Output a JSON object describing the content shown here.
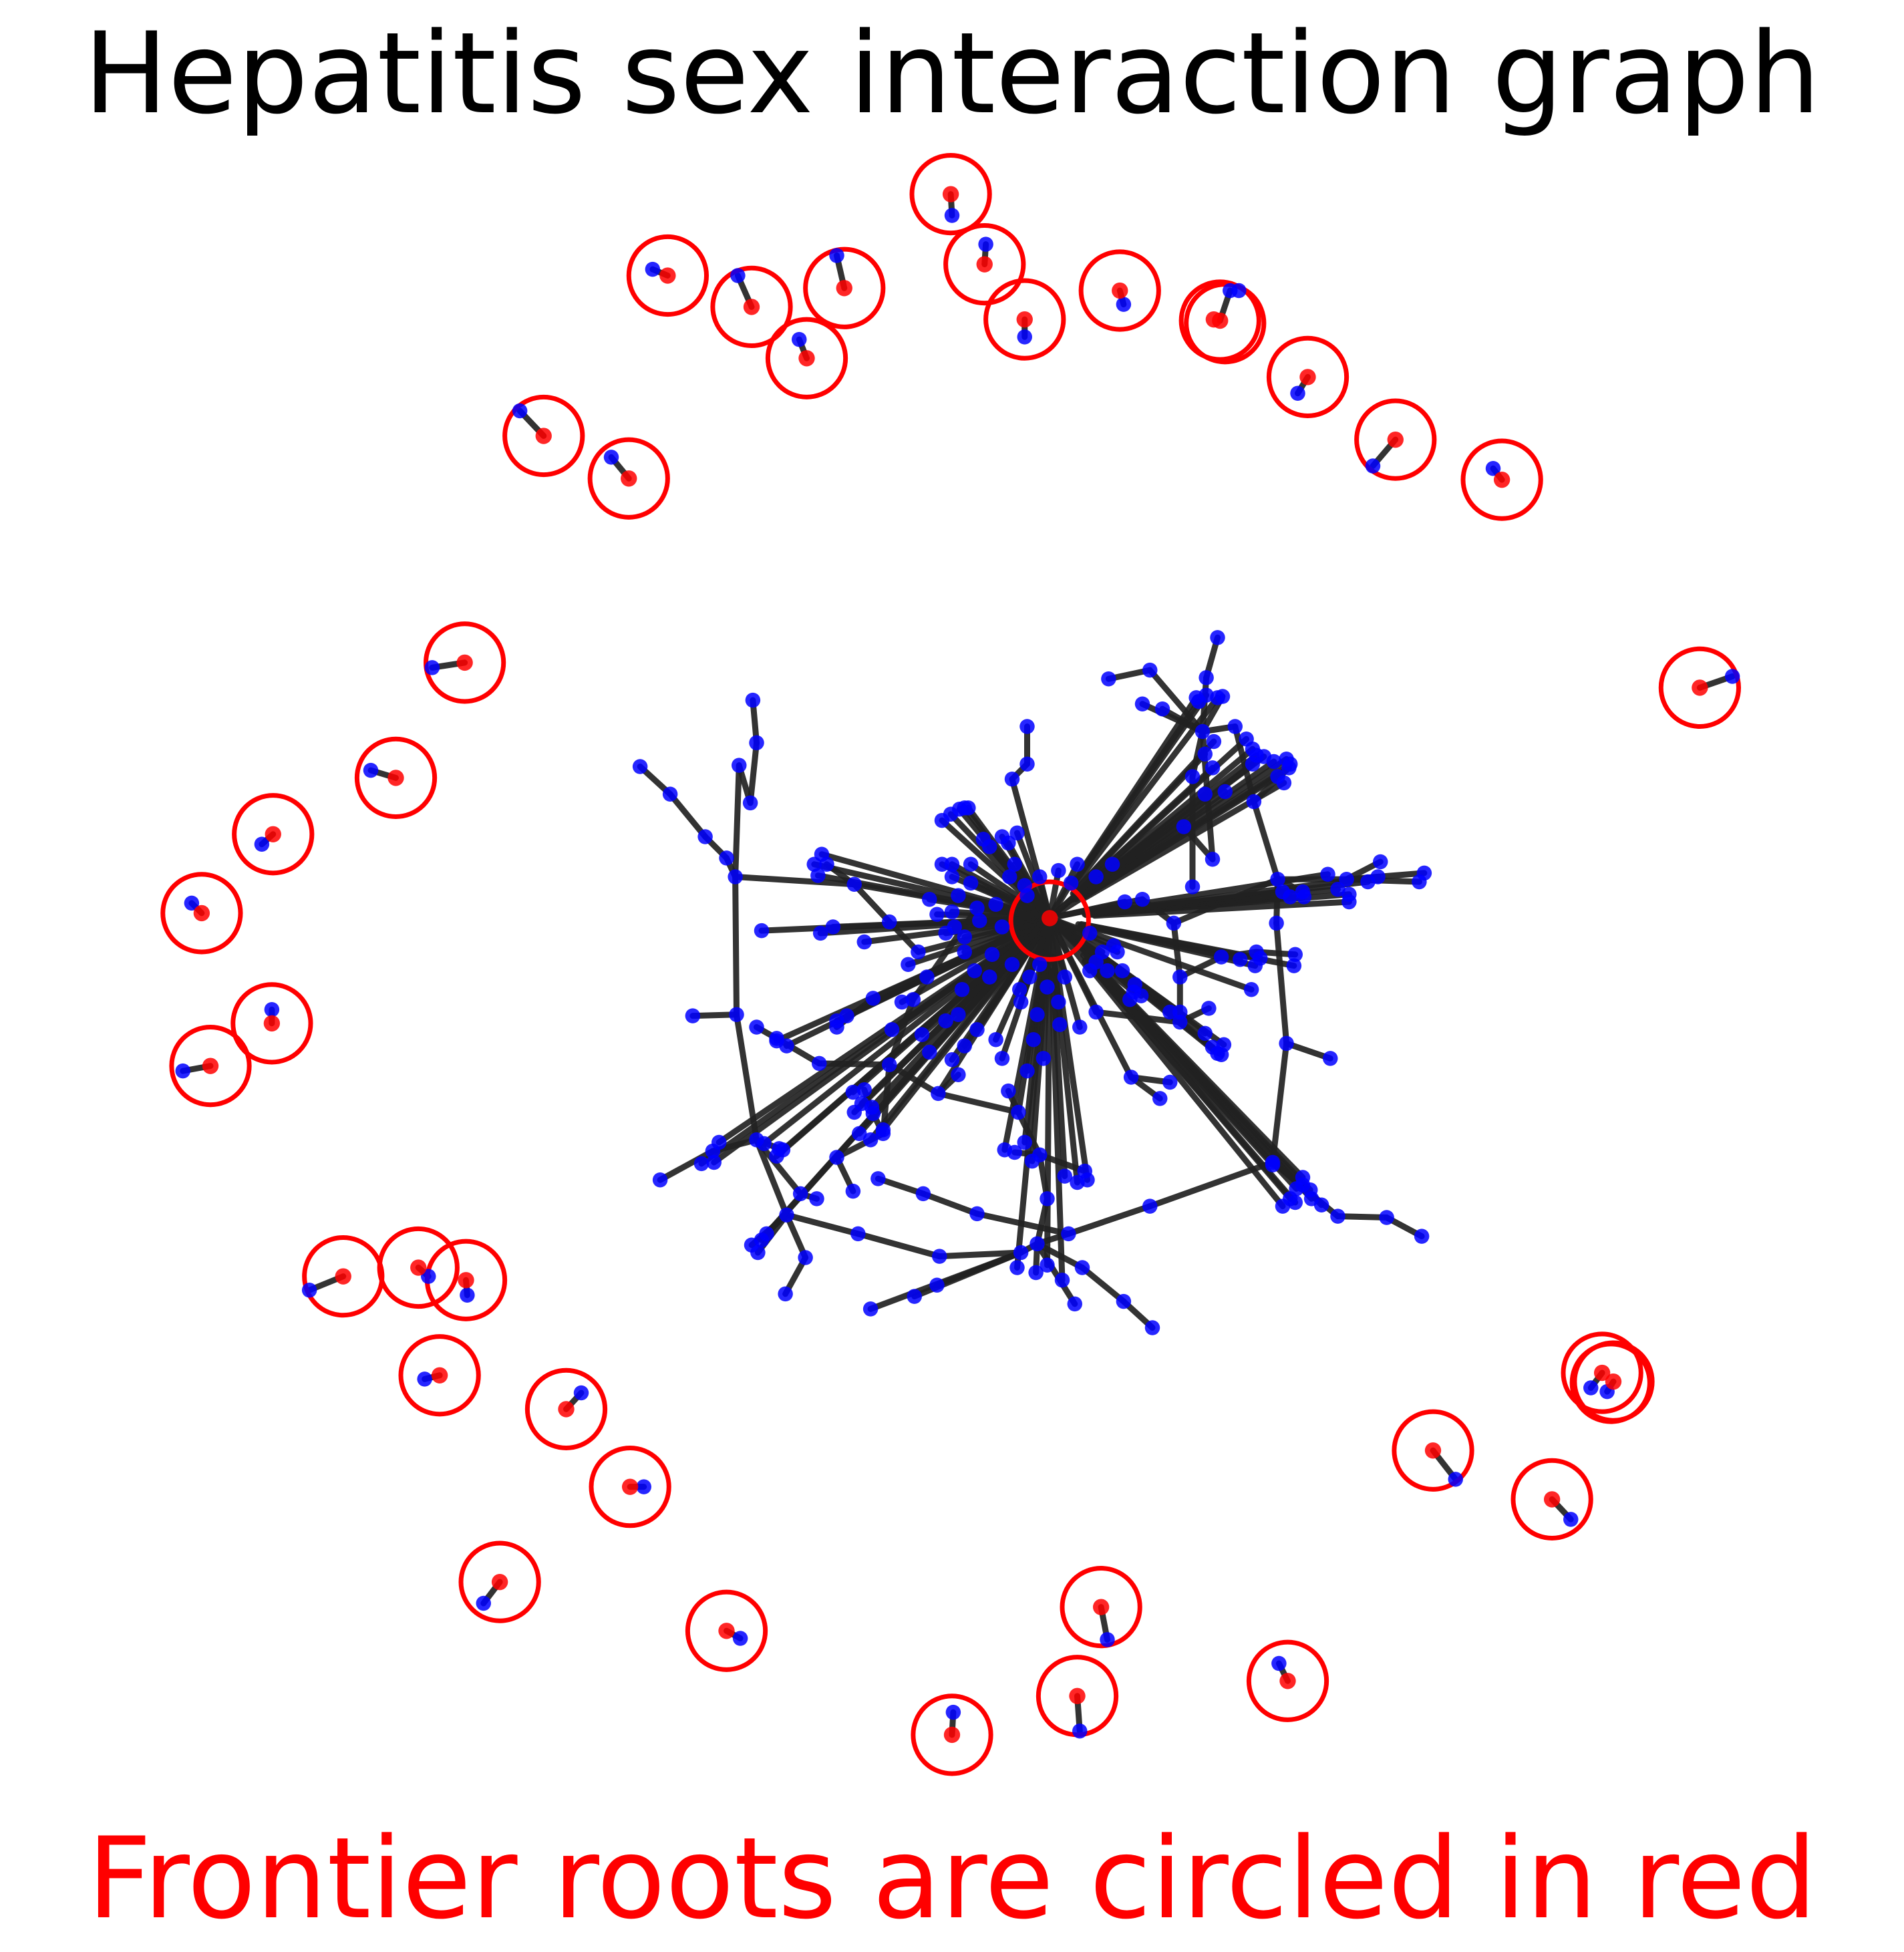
{
  "title": "Hepatitis sex interaction graph",
  "caption": "Frontier roots are circled in red",
  "colors": {
    "non_root_node": "#0000ff",
    "root_node": "#ff0000",
    "edge": "#222222",
    "root_circle": "#ff0000"
  },
  "node_types": [
    "non-root",
    "frontier-root"
  ]
}
